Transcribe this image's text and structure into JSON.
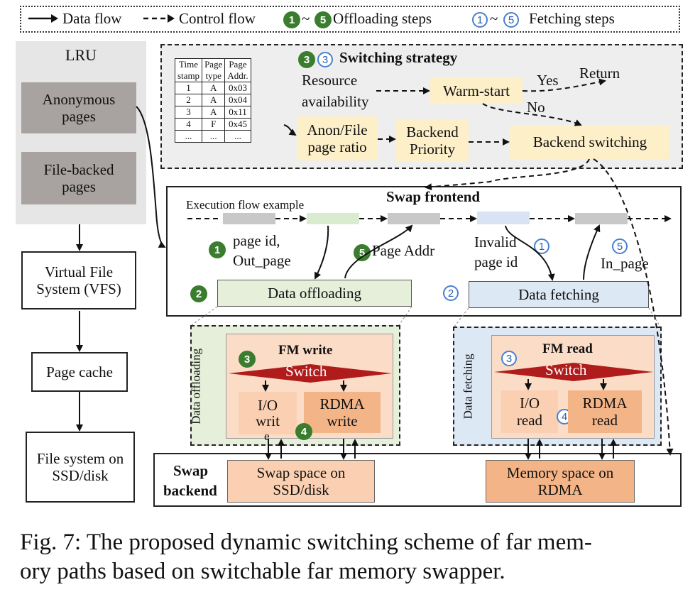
{
  "legend": {
    "data_flow": "Data flow",
    "control_flow": "Control flow",
    "offload_start": "1",
    "offload_end": "5",
    "offloading_steps": "Offloading steps",
    "fetch_start": "1",
    "fetch_end": "5",
    "fetching_steps": "Fetching steps",
    "tilde": "~"
  },
  "lru": {
    "title": "LRU",
    "anon_line1": "Anonymous",
    "anon_line2": "pages",
    "file_line1": "File-backed",
    "file_line2": "pages"
  },
  "stack": {
    "vfs_line1": "Virtual File",
    "vfs_line2": "System (VFS)",
    "page_cache": "Page cache",
    "fs_line1": "File system on",
    "fs_line2": "SSD/disk"
  },
  "table": {
    "headers": [
      [
        "Time",
        "stamp"
      ],
      [
        "Page",
        "type"
      ],
      [
        "Page",
        "Addr."
      ]
    ],
    "rows": [
      [
        "1",
        "A",
        "0x03"
      ],
      [
        "2",
        "A",
        "0x04"
      ],
      [
        "3",
        "A",
        "0x11"
      ],
      [
        "4",
        "F",
        "0x45"
      ],
      [
        "...",
        "...",
        "..."
      ]
    ]
  },
  "strategy": {
    "step_green": "3",
    "step_blue": "3",
    "title": "Switching strategy",
    "resource_line1": "Resource",
    "resource_line2": "availability",
    "warm_start": "Warm-start",
    "yes": "Yes",
    "return": "Return",
    "no": "No",
    "ratio_line1": "Anon/File",
    "ratio_line2": "page ratio",
    "priority_line1": "Backend",
    "priority_line2": "Priority",
    "backend_switching": "Backend switching"
  },
  "frontend": {
    "title": "Swap frontend",
    "exec_flow": "Execution flow example",
    "step1_green": "1",
    "page_id_line1": "page id,",
    "page_id_line2": "Out_page",
    "step5_green": "5",
    "page_addr": "Page Addr",
    "invalid_line1": "Invalid",
    "invalid_line2": "page id",
    "step1_blue": "1",
    "step5_blue": "5",
    "in_page": "In_page",
    "step2_green": "2",
    "data_offloading": "Data offloading",
    "step2_blue": "2",
    "data_fetching": "Data fetching"
  },
  "fm_write": {
    "side_label": "Data offloading",
    "step3_green": "3",
    "title": "FM write",
    "switch": "Switch",
    "io_line1": "I/O",
    "io_line2": "writ",
    "io_line3": "e",
    "rdma_line1": "RDMA",
    "rdma_line2": "write",
    "step4_green": "4"
  },
  "fm_read": {
    "side_label": "Data fetching",
    "step3_blue": "3",
    "title": "FM read",
    "switch": "Switch",
    "io_line1": "I/O",
    "io_line2": "read",
    "step4_blue": "4",
    "rdma_line1": "RDMA",
    "rdma_line2": "read"
  },
  "backend": {
    "title_line1": "Swap",
    "title_line2": "backend",
    "swap_line1": "Swap space on",
    "swap_line2": "SSD/disk",
    "mem_line1": "Memory space on",
    "mem_line2": "RDMA"
  },
  "caption": {
    "line1": "Fig. 7: The proposed dynamic switching scheme of far mem-",
    "line2": "ory paths based on switchable far memory swapper."
  },
  "colors": {
    "lru_bg": "#e6e6e6",
    "page_box": "#a8a3a0",
    "strategy_bg": "#eeeeee",
    "yellow": "#fdefc8",
    "green_panel": "#e5efd9",
    "blue_panel": "#dde8f5",
    "salmon": "#fbdcc6",
    "salmon_dark": "#f3b487",
    "switch_red": "#b01c1c",
    "green_step": "#3a7d2e",
    "blue_step": "#4a7fd0"
  }
}
